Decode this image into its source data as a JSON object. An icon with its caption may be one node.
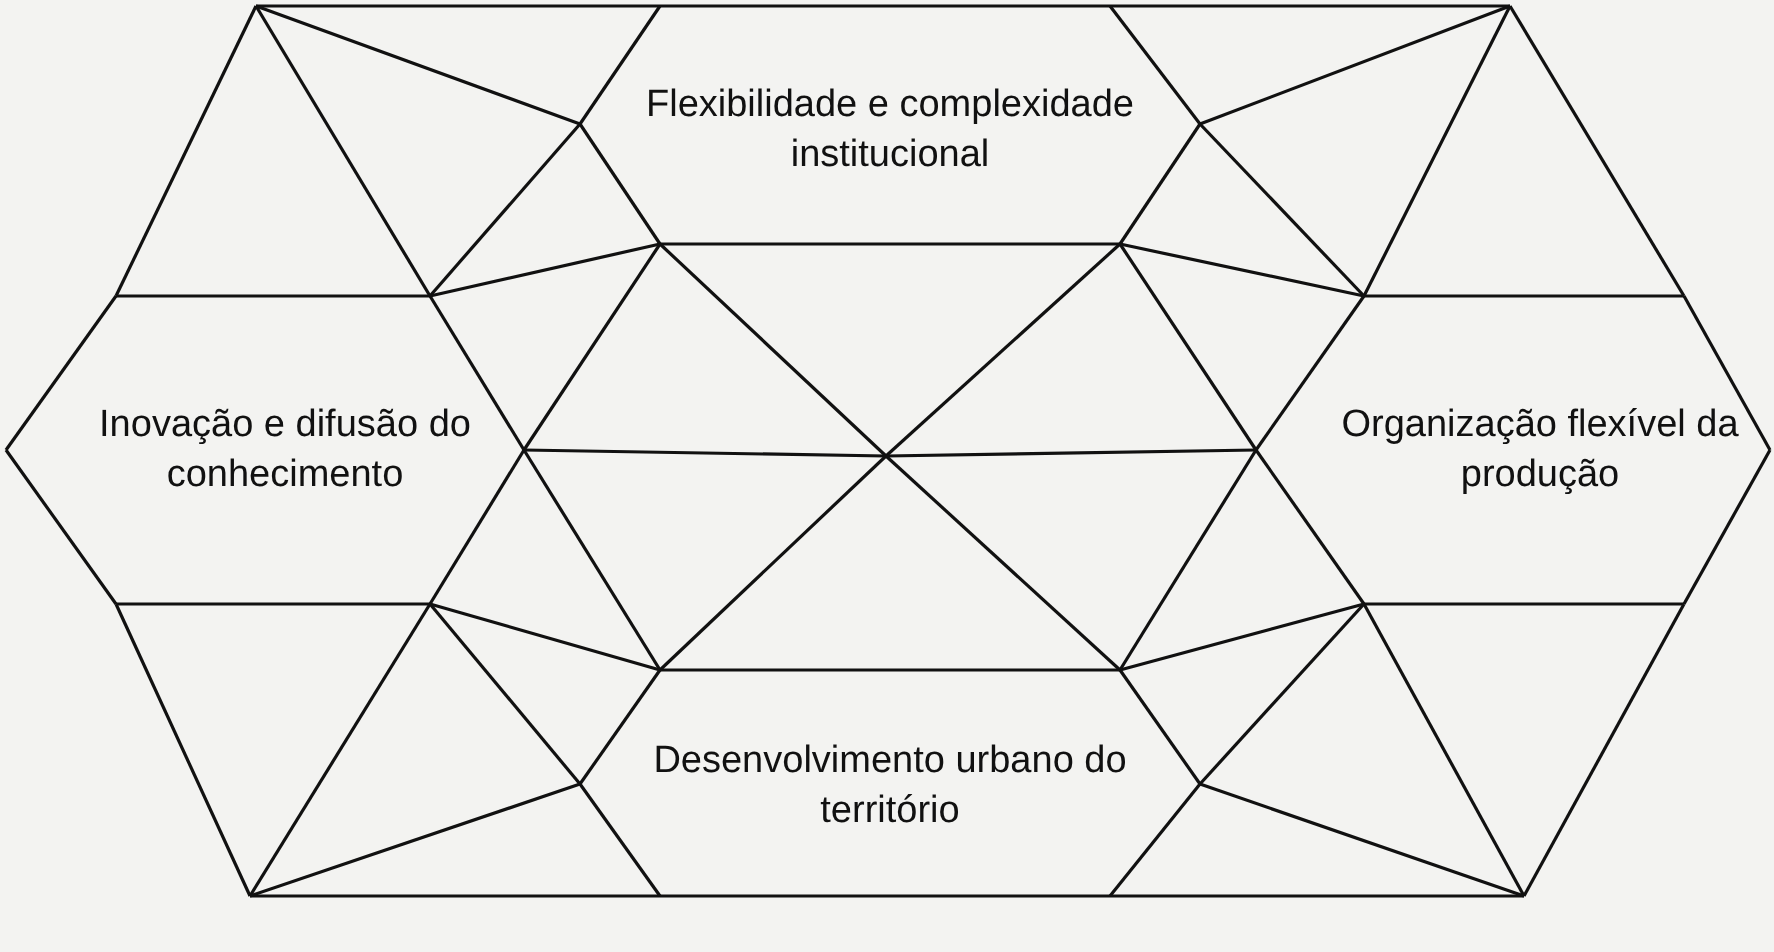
{
  "diagram": {
    "nodes": [
      {
        "text": [
          "Flexibilidade e complexidade institucional"
        ]
      },
      {
        "text": [
          "Inovação e difusão do conhecimento"
        ]
      },
      {
        "text": [
          "Organização flexível da produção"
        ]
      },
      {
        "text": [
          "Desenvolvimento urbano do território"
        ]
      }
    ],
    "edges": []
  }
}
